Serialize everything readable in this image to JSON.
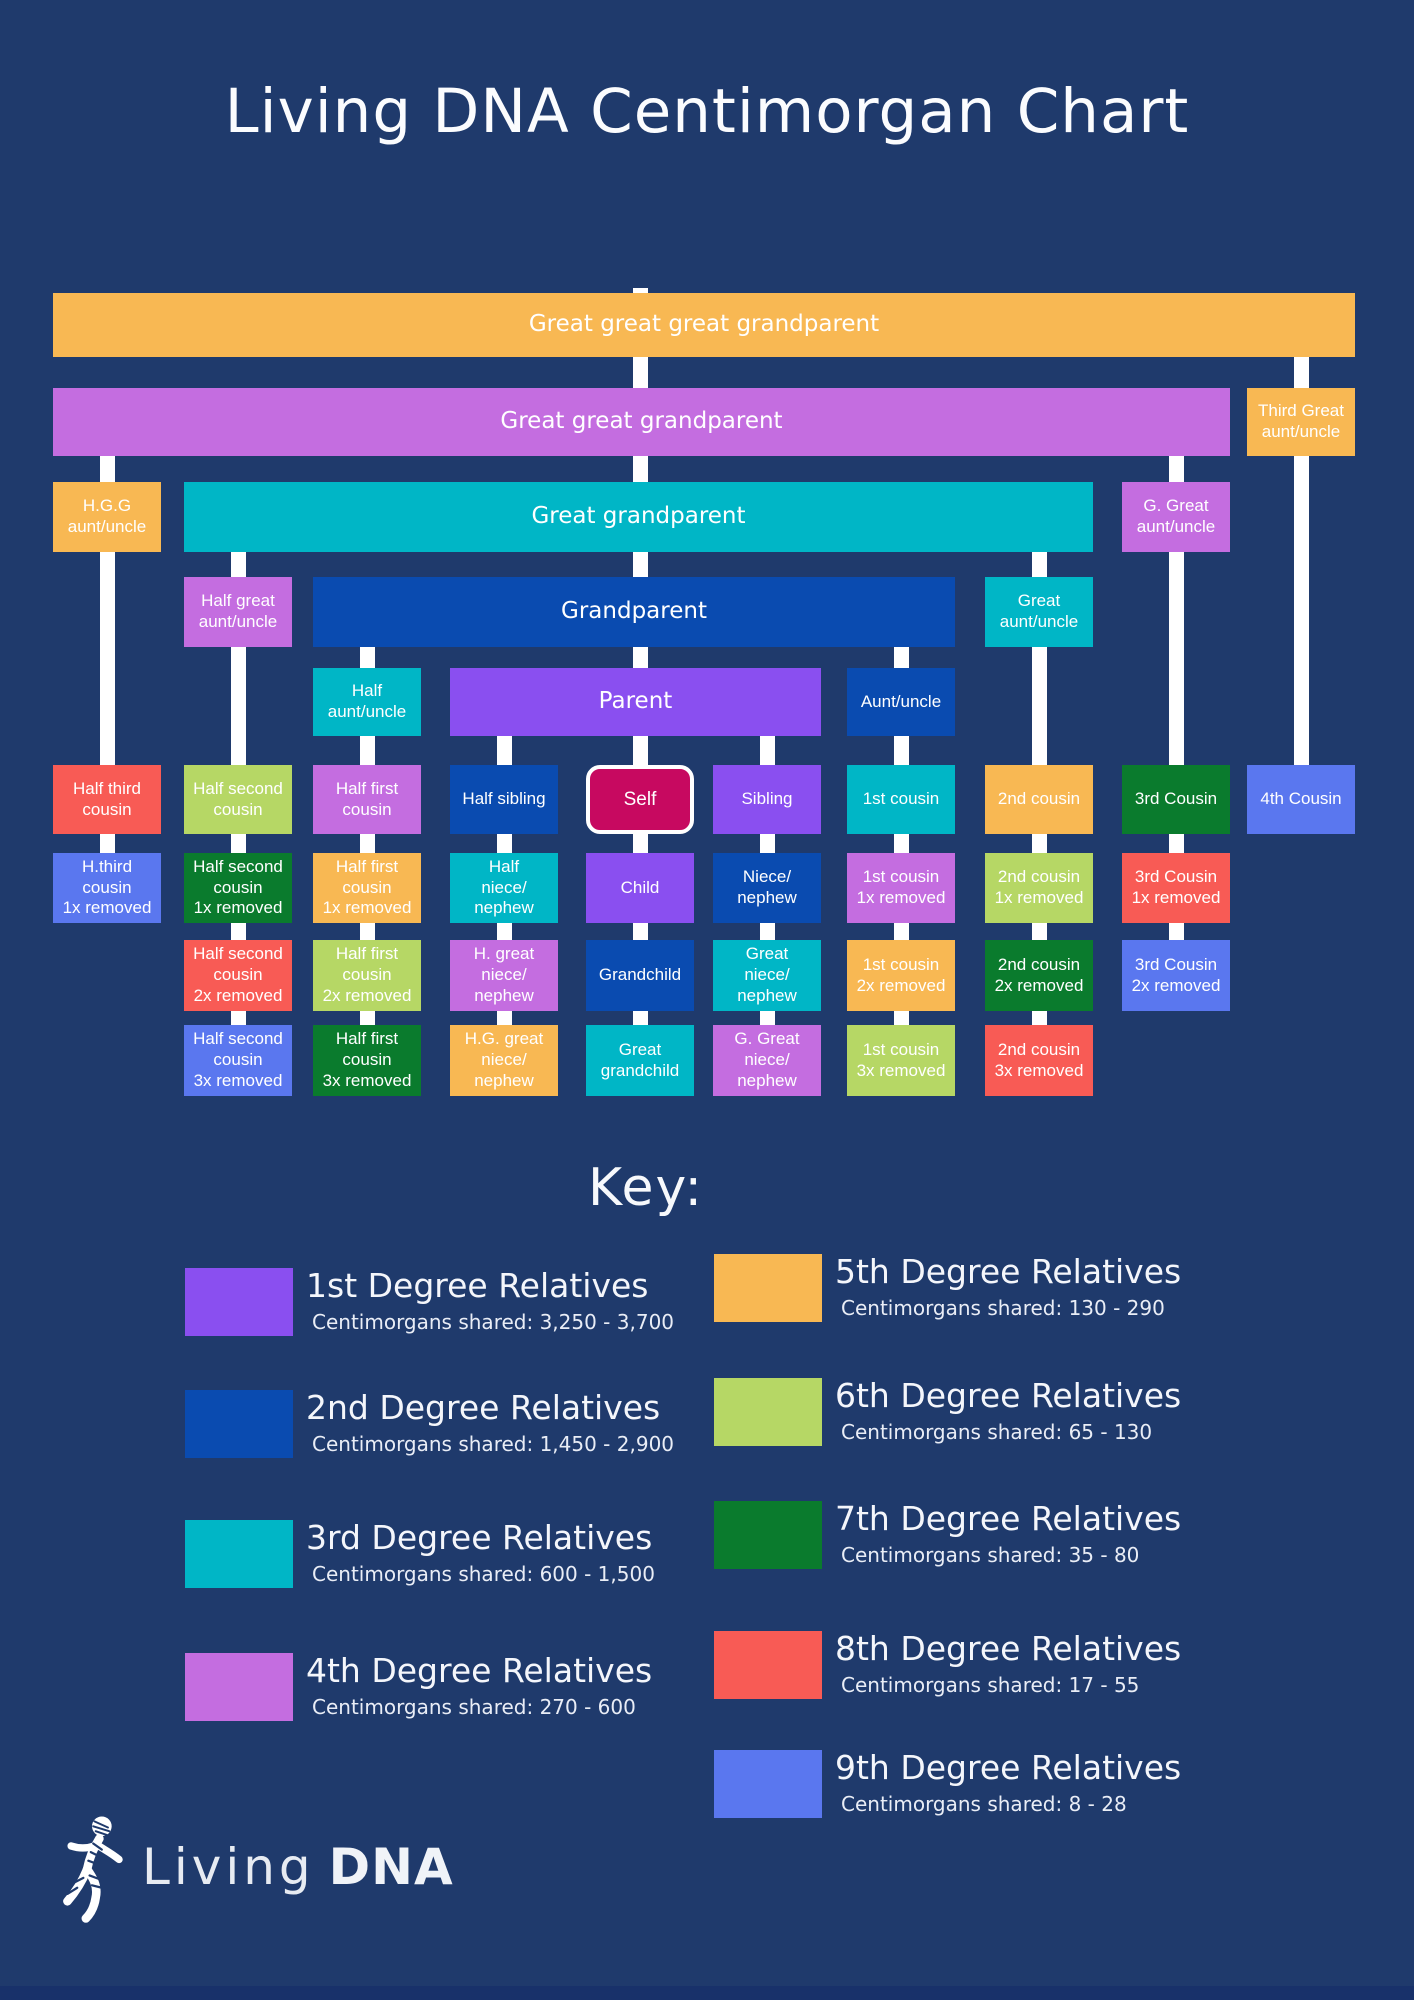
{
  "page": {
    "title": "Living DNA Centimorgan Chart"
  },
  "palette": {
    "background": "#1f3a6c",
    "line": "#ffffff",
    "degree1": "#8a4ff0",
    "degree2": "#0a4bb0",
    "degree3": "#00b6c6",
    "degree4": "#c46de0",
    "degree5": "#f8b853",
    "degree6": "#b6d765",
    "degree7": "#0a7b2d",
    "degree8": "#f85b55",
    "degree9": "#5a77ef",
    "self_fill": "#c70960"
  },
  "tree": {
    "rows": [
      {
        "row": 1,
        "items": [
          {
            "type": "bar",
            "label": "Great great great grandparent",
            "color": "degree5",
            "from_col": 1,
            "to_col": 10
          }
        ]
      },
      {
        "row": 2,
        "items": [
          {
            "type": "bar",
            "label": "Great great grandparent",
            "color": "degree4",
            "from_col": 1,
            "to_col": 9
          },
          {
            "type": "box",
            "label": "Third Great\naunt/uncle",
            "color": "degree5",
            "col": 10
          }
        ]
      },
      {
        "row": 3,
        "items": [
          {
            "type": "box",
            "label": "H.G.G\naunt/uncle",
            "color": "degree5",
            "col": 1
          },
          {
            "type": "bar",
            "label": "Great grandparent",
            "color": "degree3",
            "from_col": 2,
            "to_col": 8
          },
          {
            "type": "box",
            "label": "G. Great\naunt/uncle",
            "color": "degree4",
            "col": 9
          }
        ]
      },
      {
        "row": 4,
        "items": [
          {
            "type": "box",
            "label": "Half great\naunt/uncle",
            "color": "degree4",
            "col": 2
          },
          {
            "type": "bar",
            "label": "Grandparent",
            "color": "degree2",
            "from_col": 3,
            "to_col": 7
          },
          {
            "type": "box",
            "label": "Great\naunt/uncle",
            "color": "degree3",
            "col": 8
          }
        ]
      },
      {
        "row": 5,
        "items": [
          {
            "type": "box",
            "label": "Half\naunt/uncle",
            "color": "degree3",
            "col": 3
          },
          {
            "type": "bar",
            "label": "Parent",
            "color": "degree1",
            "from_col": 4,
            "to_col": 6
          },
          {
            "type": "box",
            "label": "Aunt/uncle",
            "color": "degree2",
            "col": 7
          }
        ]
      },
      {
        "row": 6,
        "items": [
          {
            "type": "box",
            "label": "Half third\ncousin",
            "color": "degree8",
            "col": 1
          },
          {
            "type": "box",
            "label": "Half second\ncousin",
            "color": "degree6",
            "col": 2
          },
          {
            "type": "box",
            "label": "Half first\ncousin",
            "color": "degree4",
            "col": 3
          },
          {
            "type": "box",
            "label": "Half sibling",
            "color": "degree2",
            "col": 4
          },
          {
            "type": "box",
            "label": "Self",
            "color": "self_fill",
            "col": 5,
            "self": true
          },
          {
            "type": "box",
            "label": "Sibling",
            "color": "degree1",
            "col": 6
          },
          {
            "type": "box",
            "label": "1st cousin",
            "color": "degree3",
            "col": 7
          },
          {
            "type": "box",
            "label": "2nd cousin",
            "color": "degree5",
            "col": 8
          },
          {
            "type": "box",
            "label": "3rd Cousin",
            "color": "degree7",
            "col": 9
          },
          {
            "type": "box",
            "label": "4th Cousin",
            "color": "degree9",
            "col": 10
          }
        ]
      },
      {
        "row": 7,
        "items": [
          {
            "type": "box",
            "label": "H.third\ncousin\n1x removed",
            "color": "degree9",
            "col": 1
          },
          {
            "type": "box",
            "label": "Half second\ncousin\n1x removed",
            "color": "degree7",
            "col": 2
          },
          {
            "type": "box",
            "label": "Half first\ncousin\n1x removed",
            "color": "degree5",
            "col": 3
          },
          {
            "type": "box",
            "label": "Half\nniece/\nnephew",
            "color": "degree3",
            "col": 4
          },
          {
            "type": "box",
            "label": "Child",
            "color": "degree1",
            "col": 5
          },
          {
            "type": "box",
            "label": "Niece/\nnephew",
            "color": "degree2",
            "col": 6
          },
          {
            "type": "box",
            "label": "1st cousin\n1x removed",
            "color": "degree4",
            "col": 7
          },
          {
            "type": "box",
            "label": "2nd cousin\n1x removed",
            "color": "degree6",
            "col": 8
          },
          {
            "type": "box",
            "label": "3rd Cousin\n1x removed",
            "color": "degree8",
            "col": 9
          }
        ]
      },
      {
        "row": 8,
        "items": [
          {
            "type": "box",
            "label": "Half second\ncousin\n2x removed",
            "color": "degree8",
            "col": 2
          },
          {
            "type": "box",
            "label": "Half first\ncousin\n2x removed",
            "color": "degree6",
            "col": 3
          },
          {
            "type": "box",
            "label": "H. great\nniece/\nnephew",
            "color": "degree4",
            "col": 4
          },
          {
            "type": "box",
            "label": "Grandchild",
            "color": "degree2",
            "col": 5
          },
          {
            "type": "box",
            "label": "Great\nniece/\nnephew",
            "color": "degree3",
            "col": 6
          },
          {
            "type": "box",
            "label": "1st cousin\n2x removed",
            "color": "degree5",
            "col": 7
          },
          {
            "type": "box",
            "label": "2nd cousin\n2x removed",
            "color": "degree7",
            "col": 8
          },
          {
            "type": "box",
            "label": "3rd Cousin\n2x removed",
            "color": "degree9",
            "col": 9
          }
        ]
      },
      {
        "row": 9,
        "items": [
          {
            "type": "box",
            "label": "Half second\ncousin\n3x removed",
            "color": "degree9",
            "col": 2
          },
          {
            "type": "box",
            "label": "Half first\ncousin\n3x removed",
            "color": "degree7",
            "col": 3
          },
          {
            "type": "box",
            "label": "H.G. great\nniece/\nnephew",
            "color": "degree5",
            "col": 4
          },
          {
            "type": "box",
            "label": "Great\ngrandchild",
            "color": "degree3",
            "col": 5
          },
          {
            "type": "box",
            "label": "G. Great\nniece/\nnephew",
            "color": "degree4",
            "col": 6
          },
          {
            "type": "box",
            "label": "1st cousin\n3x removed",
            "color": "degree6",
            "col": 7
          },
          {
            "type": "box",
            "label": "2nd cousin\n3x removed",
            "color": "degree8",
            "col": 8
          }
        ]
      }
    ],
    "connectors": [
      {
        "col": 1,
        "from_row": 2,
        "to_row": 7
      },
      {
        "col": 2,
        "from_row": 3,
        "to_row": 9
      },
      {
        "col": 3,
        "from_row": 4,
        "to_row": 9
      },
      {
        "col": 4,
        "from_row": 5,
        "to_row": 9
      },
      {
        "col": 5,
        "from_row": 0,
        "to_row": 9
      },
      {
        "col": 6,
        "from_row": 5,
        "to_row": 9
      },
      {
        "col": 7,
        "from_row": 4,
        "to_row": 9
      },
      {
        "col": 8,
        "from_row": 3,
        "to_row": 9
      },
      {
        "col": 9,
        "from_row": 2,
        "to_row": 8
      },
      {
        "col": 10,
        "from_row": 1,
        "to_row": 6
      }
    ]
  },
  "key": {
    "heading": "Key:",
    "items": [
      {
        "title": "1st Degree Relatives",
        "subtitle": "Centimorgans shared: 3,250 - 3,700",
        "color": "degree1"
      },
      {
        "title": "2nd Degree Relatives",
        "subtitle": "Centimorgans shared: 1,450 - 2,900",
        "color": "degree2"
      },
      {
        "title": "3rd Degree Relatives",
        "subtitle": "Centimorgans shared: 600 - 1,500",
        "color": "degree3"
      },
      {
        "title": "4th Degree Relatives",
        "subtitle": "Centimorgans shared: 270 - 600",
        "color": "degree4"
      },
      {
        "title": "5th Degree Relatives",
        "subtitle": "Centimorgans shared: 130 - 290",
        "color": "degree5"
      },
      {
        "title": "6th Degree Relatives",
        "subtitle": "Centimorgans shared: 65 - 130",
        "color": "degree6"
      },
      {
        "title": "7th Degree Relatives",
        "subtitle": "Centimorgans shared: 35 - 80",
        "color": "degree7"
      },
      {
        "title": "8th Degree Relatives",
        "subtitle": "Centimorgans shared: 17 - 55",
        "color": "degree8"
      },
      {
        "title": "9th Degree Relatives",
        "subtitle": "Centimorgans shared: 8 - 28",
        "color": "degree9"
      }
    ]
  },
  "logo": {
    "brand_light": "Living",
    "brand_bold": "DNA"
  }
}
